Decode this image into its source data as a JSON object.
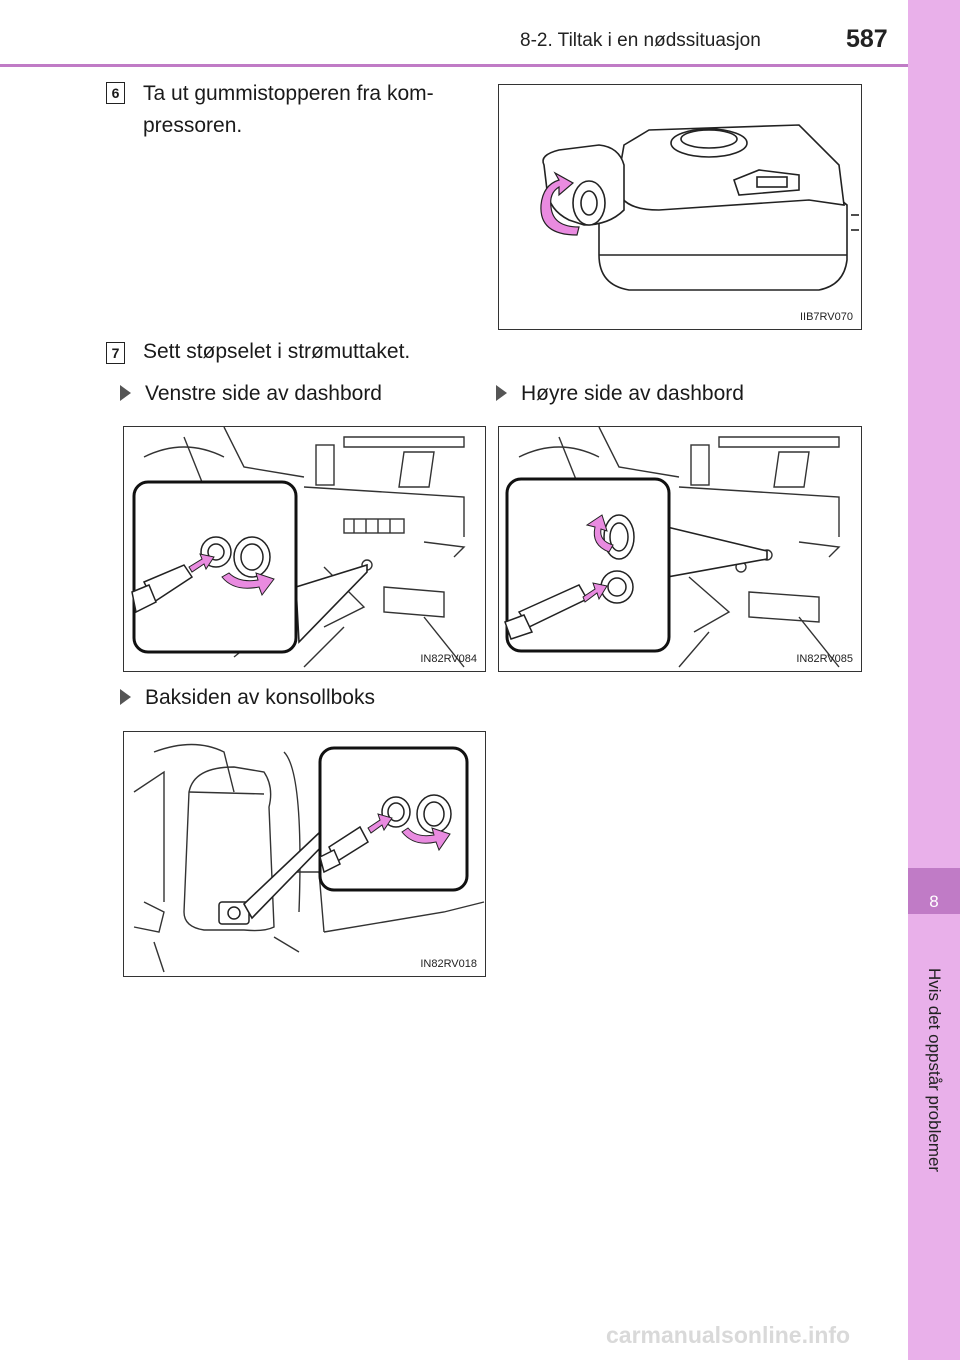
{
  "header": {
    "section": "8-2. Tiltak i en nødssituasjon",
    "page_number": "587"
  },
  "side_tab": {
    "chapter_number": "8",
    "chapter_title": "Hvis det oppstår problemer"
  },
  "steps": [
    {
      "number": "6",
      "text": "Ta ut gummistopperen fra kom-pressoren."
    },
    {
      "number": "7",
      "text": "Sett støpselet i strømuttaket."
    }
  ],
  "subsections": [
    {
      "label": "Venstre side av dashbord"
    },
    {
      "label": "Høyre side av dashbord"
    },
    {
      "label": "Baksiden av konsollboks"
    }
  ],
  "figures": [
    {
      "code": "IIB7RV070"
    },
    {
      "code": "IN82RV084"
    },
    {
      "code": "IN82RV085"
    },
    {
      "code": "IN82RV018"
    }
  ],
  "watermark": "carmanualsonline.info",
  "colors": {
    "tab": "#e9b0ea",
    "accent": "#c07bc6",
    "arrow": "#e98be0"
  }
}
